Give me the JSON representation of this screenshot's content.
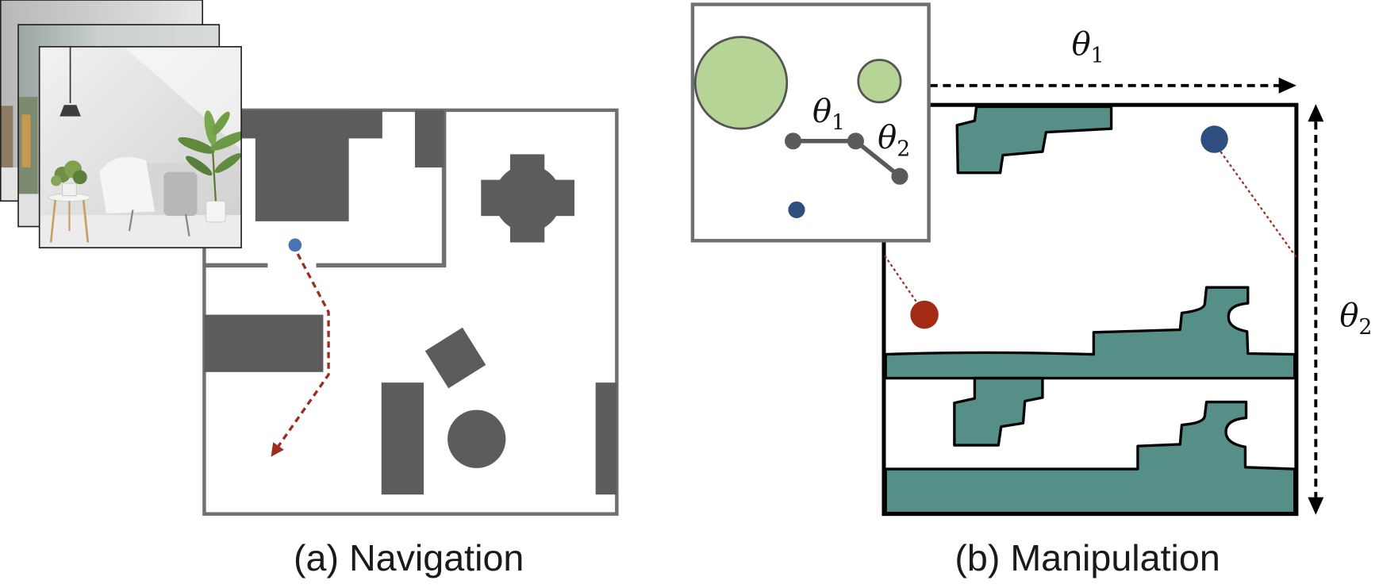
{
  "labels": {
    "theta": "θ",
    "sub_1": "1",
    "sub_2": "2"
  },
  "captions": {
    "navigation": "(a) Navigation",
    "manipulation": "(b) Manipulation"
  },
  "colors": {
    "wall": "#707070",
    "obstacle": "#5c5c5c",
    "path": "#9b2e1f",
    "agent_blue": "#4a72b5",
    "goal_blue": "#2d4e7e",
    "red_point": "#a32a13",
    "teal_obstacle": "#558f87",
    "green_obstacle": "#b5d496"
  }
}
